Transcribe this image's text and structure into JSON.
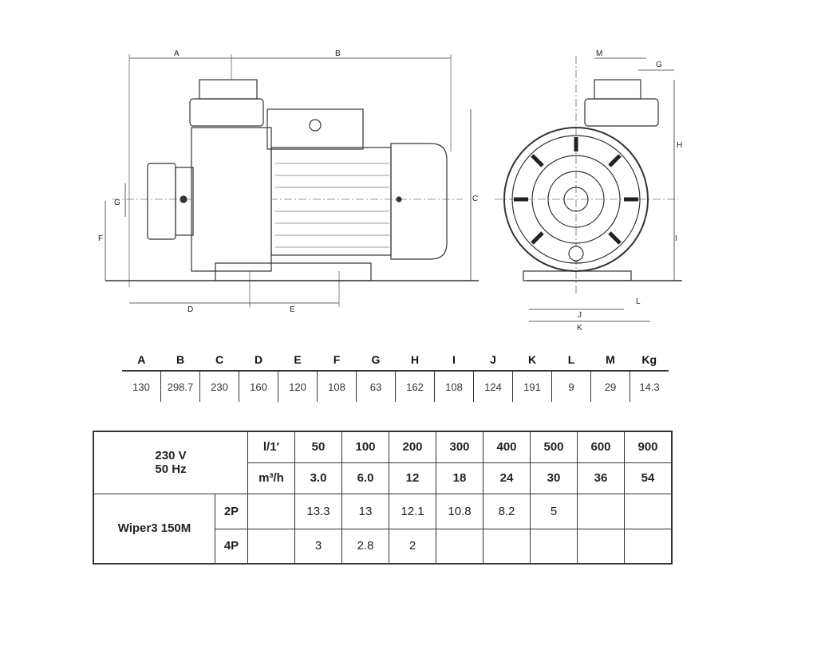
{
  "drawing": {
    "side_view_labels": [
      "A",
      "B",
      "C",
      "D",
      "E",
      "F",
      "G"
    ],
    "front_view_labels": [
      "M",
      "G",
      "H",
      "I",
      "J",
      "L",
      "K"
    ]
  },
  "dimensions": {
    "headers": [
      "A",
      "B",
      "C",
      "D",
      "E",
      "F",
      "G",
      "H",
      "I",
      "J",
      "K",
      "L",
      "M",
      "Kg"
    ],
    "values": [
      "130",
      "298.7",
      "230",
      "160",
      "120",
      "108",
      "63",
      "162",
      "108",
      "124",
      "191",
      "9",
      "29",
      "14.3"
    ]
  },
  "performance": {
    "supply_voltage": "230 V",
    "supply_frequency": "50 Hz",
    "flow_unit_1": "l/1′",
    "flow_unit_2": "m³/h",
    "flow_lpm": [
      "50",
      "100",
      "200",
      "300",
      "400",
      "500",
      "600",
      "900"
    ],
    "flow_m3h": [
      "3.0",
      "6.0",
      "12",
      "18",
      "24",
      "30",
      "36",
      "54"
    ],
    "model": "Wiper3 150M",
    "rows": [
      {
        "poles": "2P",
        "values": [
          "13.3",
          "13",
          "12.1",
          "10.8",
          "8.2",
          "5",
          "",
          ""
        ]
      },
      {
        "poles": "4P",
        "values": [
          "3",
          "2.8",
          "2",
          "",
          "",
          "",
          "",
          ""
        ]
      }
    ]
  }
}
